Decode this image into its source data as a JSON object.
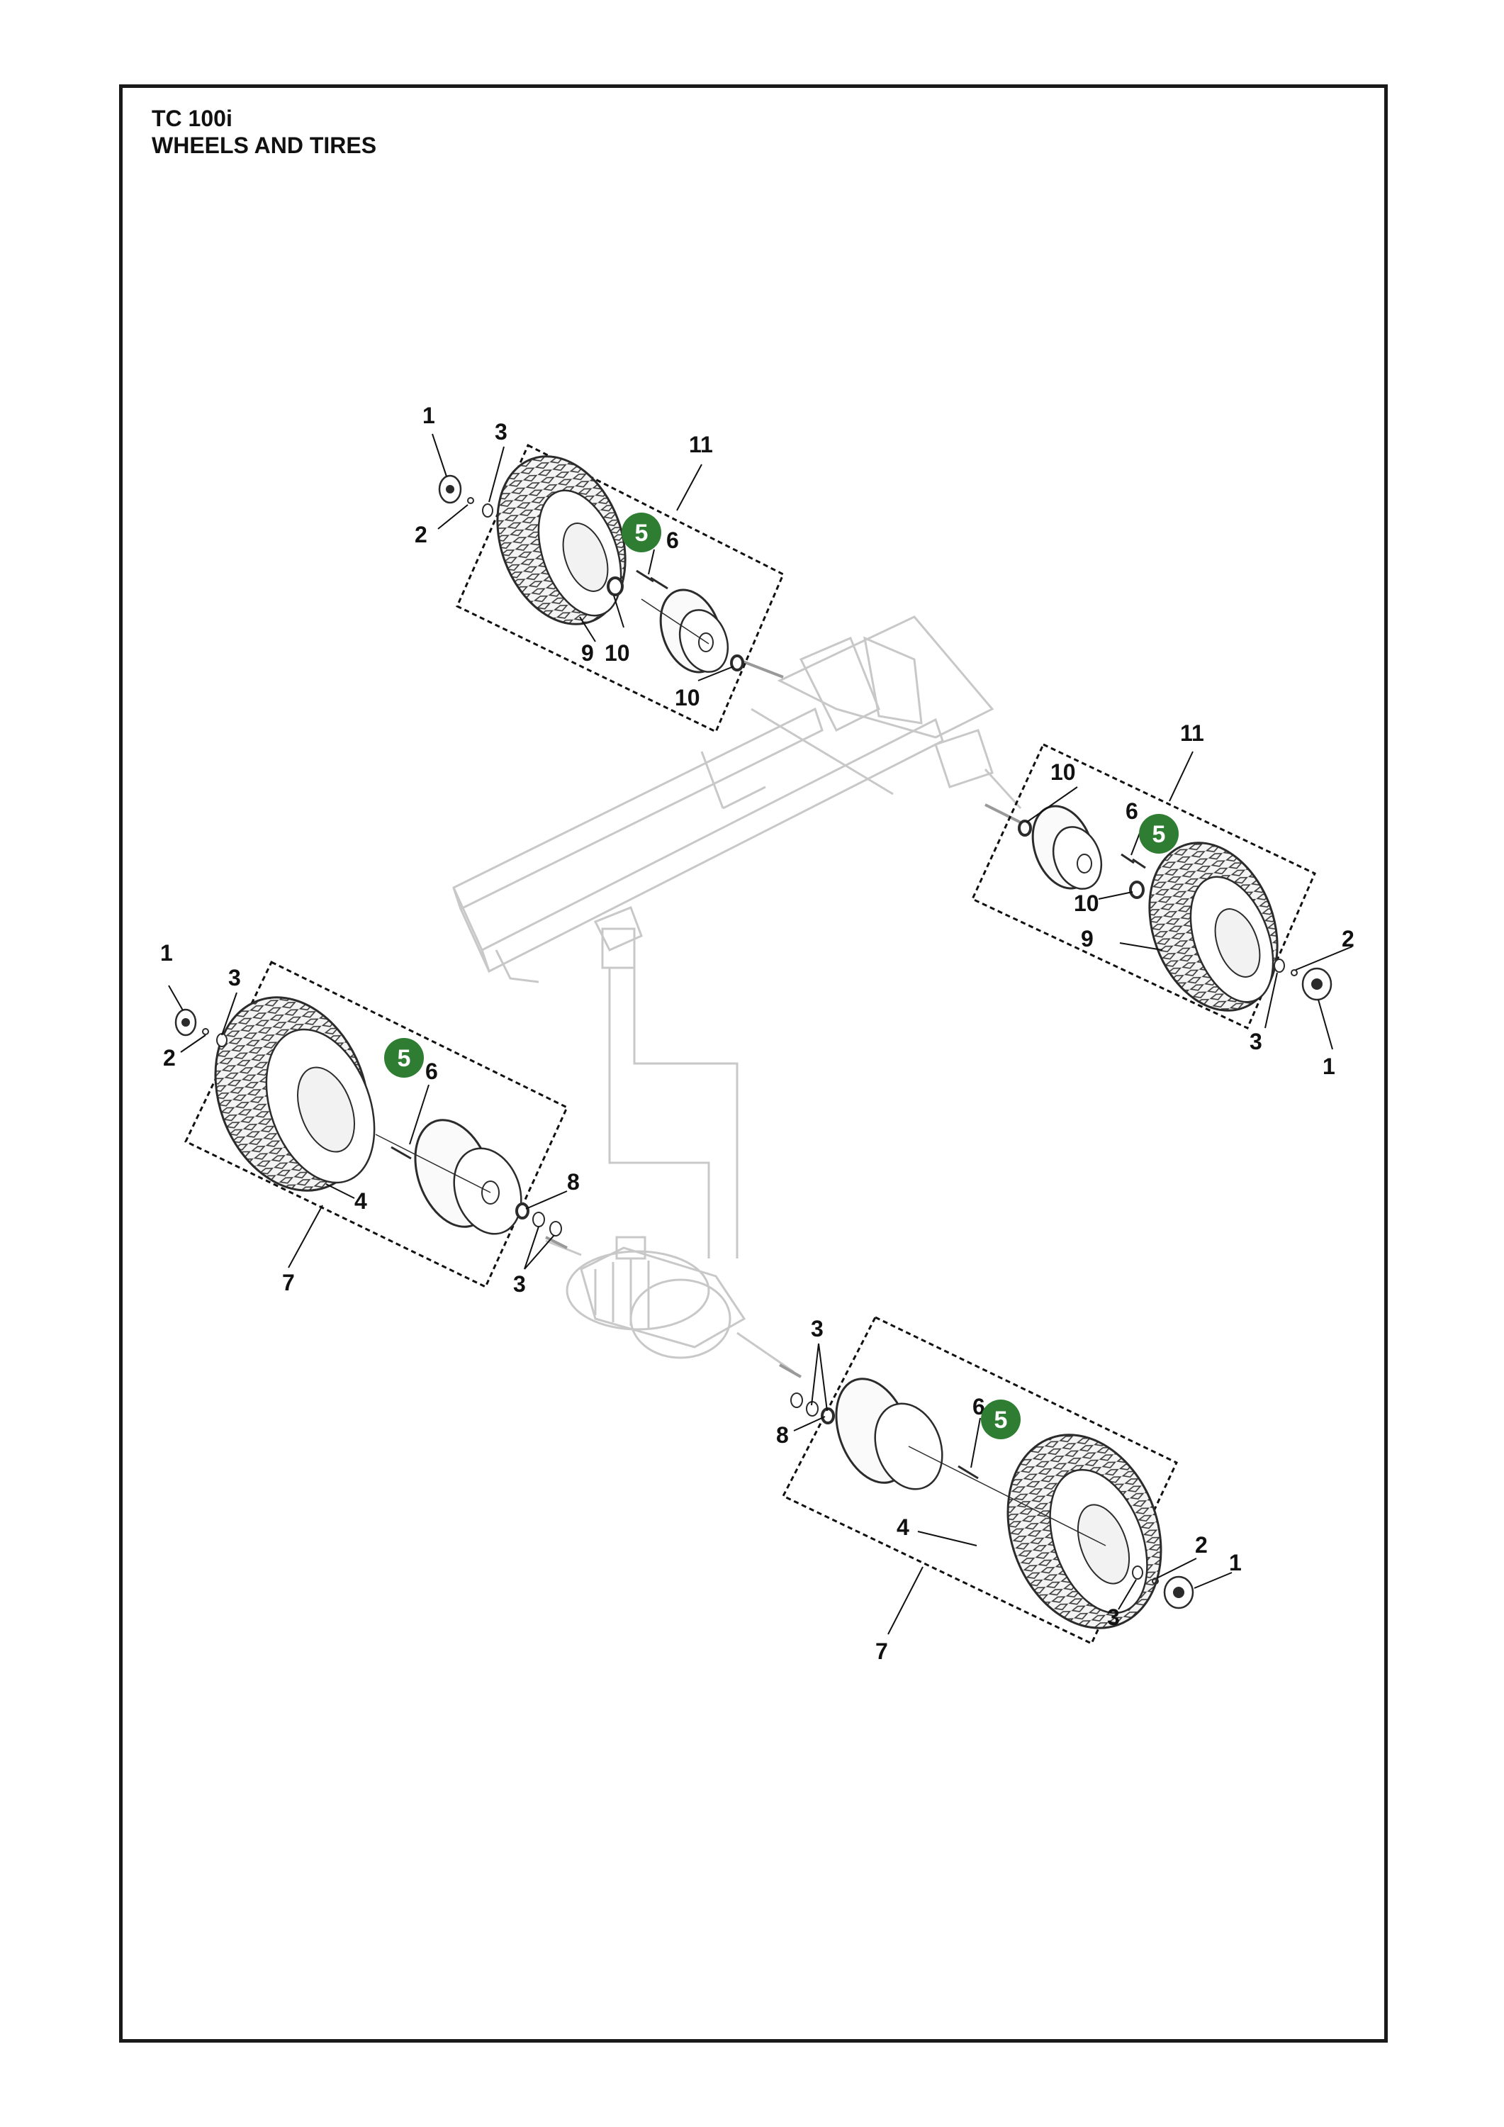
{
  "header": {
    "model": "TC 100i",
    "section": "WHEELS AND TIRES"
  },
  "colors": {
    "badge": "#2e7d32",
    "frame": "#1a1a1a",
    "chassis": "#c8c8c8",
    "part": "#2b2b2b"
  },
  "callouts": {
    "rear_left": {
      "l1": "1",
      "l2": "2",
      "l3": "3",
      "l6": "6",
      "l9": "9",
      "l10a": "10",
      "l10b": "10",
      "l11": "11",
      "badge": "5"
    },
    "rear_right": {
      "l1": "1",
      "l2": "2",
      "l3": "3",
      "l6": "6",
      "l9": "9",
      "l10a": "10",
      "l10b": "10",
      "l11": "11",
      "badge": "5"
    },
    "front_left": {
      "l1": "1",
      "l2": "2",
      "l3a": "3",
      "l3b": "3",
      "l4": "4",
      "l6": "6",
      "l7": "7",
      "l8": "8",
      "badge": "5"
    },
    "front_right": {
      "l1": "1",
      "l2": "2",
      "l3a": "3",
      "l3b": "3",
      "l4": "4",
      "l6": "6",
      "l7": "7",
      "l8": "8",
      "badge": "5"
    }
  }
}
